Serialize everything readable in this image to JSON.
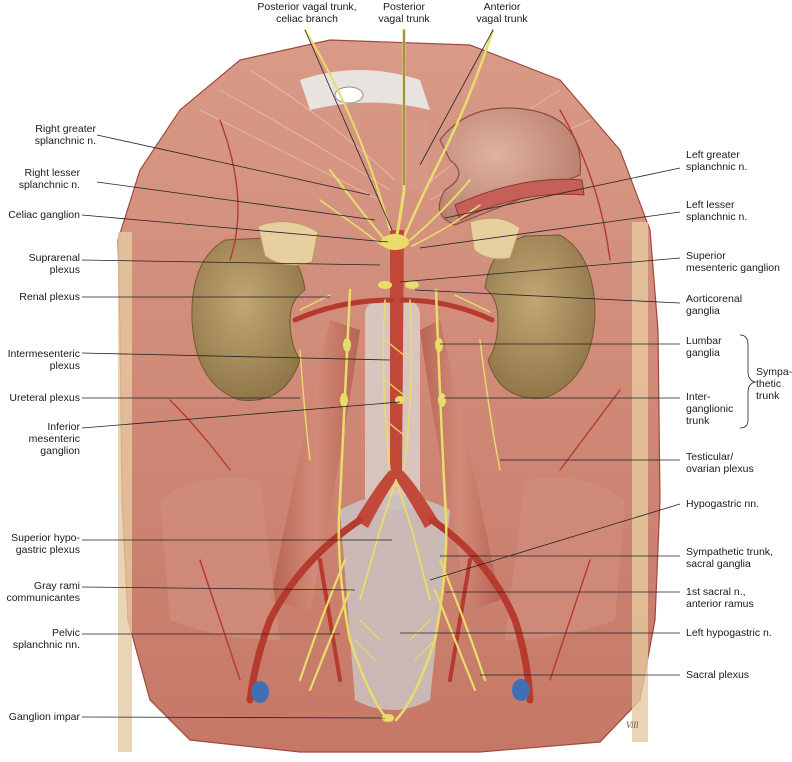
{
  "labels": {
    "posterior_vagal_trunk_celiac_branch": "Posterior vagal trunk,\nceliac branch",
    "posterior_vagal_trunk": "Posterior\nvagal trunk",
    "anterior_vagal_trunk": "Anterior\nvagal trunk",
    "right_greater_splanchnic": "Right greater\nsplanchnic n.",
    "right_lesser_splanchnic": "Right lesser\nsplanchnic n.",
    "celiac_ganglion": "Celiac ganglion",
    "suprarenal_plexus": "Suprarenal\nplexus",
    "renal_plexus": "Renal plexus",
    "intermesenteric_plexus": "Intermesenteric\nplexus",
    "ureteral_plexus": "Ureteral plexus",
    "inferior_mesenteric_ganglion": "Inferior\nmesenteric\nganglion",
    "superior_hypogastric_plexus": "Superior hypo-\ngastric plexus",
    "gray_rami_communicantes": "Gray rami\ncommunicantes",
    "pelvic_splanchnic": "Pelvic\nsplanchnic nn.",
    "ganglion_impar": "Ganglion impar",
    "left_greater_splanchnic": "Left greater\nsplanchnic n.",
    "left_lesser_splanchnic": "Left lesser\nsplanchnic n.",
    "superior_mesenteric_ganglion": "Superior\nmesenteric ganglion",
    "aorticorenal_ganglia": "Aorticorenal\nganglia",
    "lumbar_ganglia": "Lumbar\nganglia",
    "interganglionic_trunk": "Inter-\nganglionic\ntrunk",
    "sympathetic_trunk_group": "Sympa-\nthetic\ntrunk",
    "testicular_ovarian_plexus": "Testicular/\novarian plexus",
    "hypogastric_nn": "Hypogastric nn.",
    "sympathetic_trunk_sacral": "Sympathetic trunk,\nsacral ganglia",
    "first_sacral_n": "1st sacral n.,\nanterior ramus",
    "left_hypogastric_n": "Left hypogastric n.",
    "sacral_plexus": "Sacral plexus"
  },
  "colors": {
    "muscle": "#c77a6a",
    "muscle_dark": "#9e4a3c",
    "kidney": "#a98e5c",
    "nerve": "#e8dc6a",
    "artery": "#b63a2e",
    "leader": "#222222"
  }
}
